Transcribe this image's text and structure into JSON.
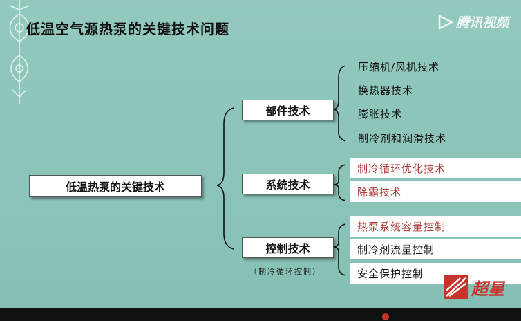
{
  "title": "低温空气源热泵的关键技术问题",
  "watermark": {
    "text": "腾讯视频",
    "icon": "play-triangle-icon"
  },
  "root": {
    "label": "低温热泵的关键技术"
  },
  "categories": [
    {
      "label": "部件技术"
    },
    {
      "label": "系统技术"
    },
    {
      "label": "控制技术"
    }
  ],
  "control_note": "（制冷循环控制）",
  "leaves": {
    "component": [
      "压缩机/风机技术",
      "换热器技术",
      "膨胀技术",
      "制冷剂和润滑技术"
    ],
    "system": [
      "制冷循环优化技术",
      "除霜技术"
    ],
    "control": [
      "热泵系统容量控制",
      "制冷剂流量控制",
      "安全保护控制"
    ]
  },
  "logo": {
    "text": "超星",
    "icon": "chaoxing-logo-icon"
  },
  "colors": {
    "background": "#8fc7bd",
    "highlight_text": "#b03a3a",
    "box_fill": "#ffffff"
  }
}
